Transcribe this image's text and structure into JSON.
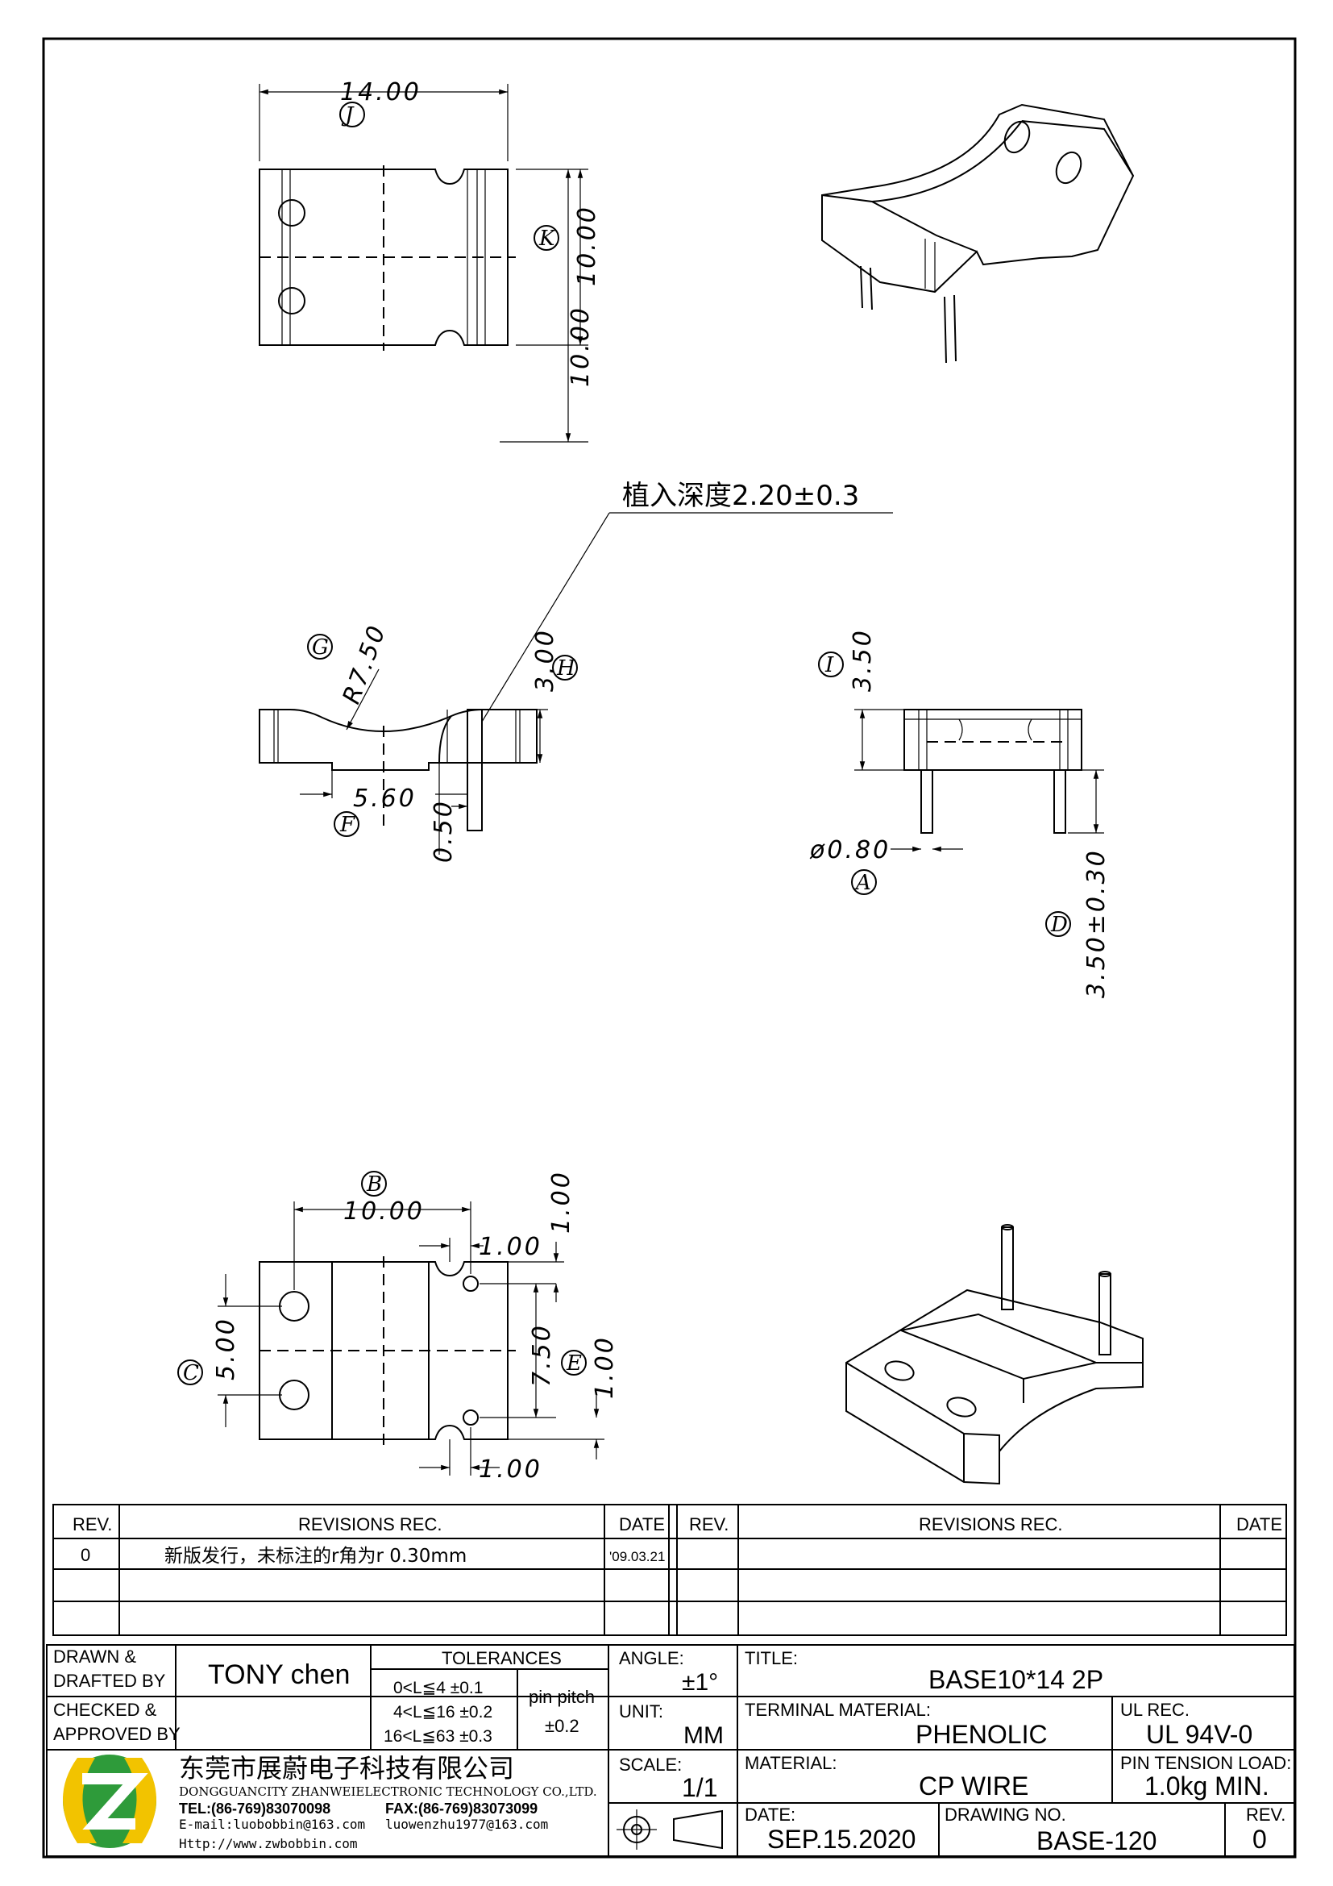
{
  "drawing": {
    "dims": {
      "top_width": "14.00",
      "top_right_a": "10.00",
      "top_right_b": "10.00",
      "note": "植入深度2.20±0.3",
      "radius": "R7.50",
      "side_height": "3.00",
      "side_width": "5.60",
      "side_pin_gap": "0.50",
      "front_height": "3.50",
      "pin_diameter": "ø0.80",
      "pin_length": "3.50±0.30",
      "bottom_width": "10.00",
      "bottom_right_top": "1.00",
      "bottom_right_vert": "1.00",
      "bottom_left": "5.00",
      "bottom_mid": "7.50",
      "bottom_right_low": "1.00",
      "bottom_bottom": "1.00"
    },
    "labels": {
      "J": "J",
      "K": "K",
      "G": "G",
      "H": "H",
      "F": "F",
      "I": "I",
      "A": "A",
      "D": "D",
      "B": "B",
      "C": "C",
      "E": "E"
    }
  },
  "revisions": {
    "headers": {
      "rev": "REV.",
      "rec": "REVISIONS   REC.",
      "date": "DATE"
    },
    "rows": [
      {
        "rev": "0",
        "rec": "新版发行，未标注的r角为r 0.30mm",
        "date": "'09.03.21"
      }
    ]
  },
  "title_block": {
    "drawn_label": "DRAWN &",
    "drafted_label": "DRAFTED BY",
    "drawn_value": "TONY  chen",
    "checked_label": "CHECKED &",
    "approved_label": "APPROVED BY",
    "tolerances_label": "TOLERANCES",
    "tol_1": "0<L≦4    ±0.1",
    "tol_2": "4<L≦16  ±0.2",
    "tol_3": "16<L≦63  ±0.3",
    "pin_pitch_label": "pin pitch",
    "pin_pitch_value": "±0.2",
    "angle_label": "ANGLE:",
    "angle_value": "±1°",
    "unit_label": "UNIT:",
    "unit_value": "MM",
    "scale_label": "SCALE:",
    "scale_value": "1/1",
    "title_label": "TITLE:",
    "title_value": "BASE10*14  2P",
    "terminal_label": "TERMINAL MATERIAL:",
    "terminal_value": "PHENOLIC",
    "ul_label": "UL REC.",
    "ul_value": "UL 94V-0",
    "material_label": "MATERIAL:",
    "material_value": "CP  WIRE",
    "pin_tension_label": "PIN TENSION LOAD:",
    "pin_tension_value": "1.0kg  MIN.",
    "date_label": "DATE:",
    "date_value": "SEP.15.2020",
    "drawing_no_label": "DRAWING NO.",
    "drawing_no_value": "BASE-120",
    "rev_label": "REV.",
    "rev_value": "0",
    "company_cn": "东莞市展蔚电子科技有限公司",
    "company_en": "DONGGUANCITY ZHANWEIELECTRONIC TECHNOLOGY CO.,LTD.",
    "tel": "TEL:(86-769)83070098",
    "fax": "FAX:(86-769)83073099",
    "email_1": "E-mail:luobobbin@163.com",
    "email_2": "luowenzhu1977@163.com",
    "web": "Http://www.zwbobbin.com",
    "logo_colors": [
      "#2e9b3a",
      "#f2c300"
    ]
  }
}
